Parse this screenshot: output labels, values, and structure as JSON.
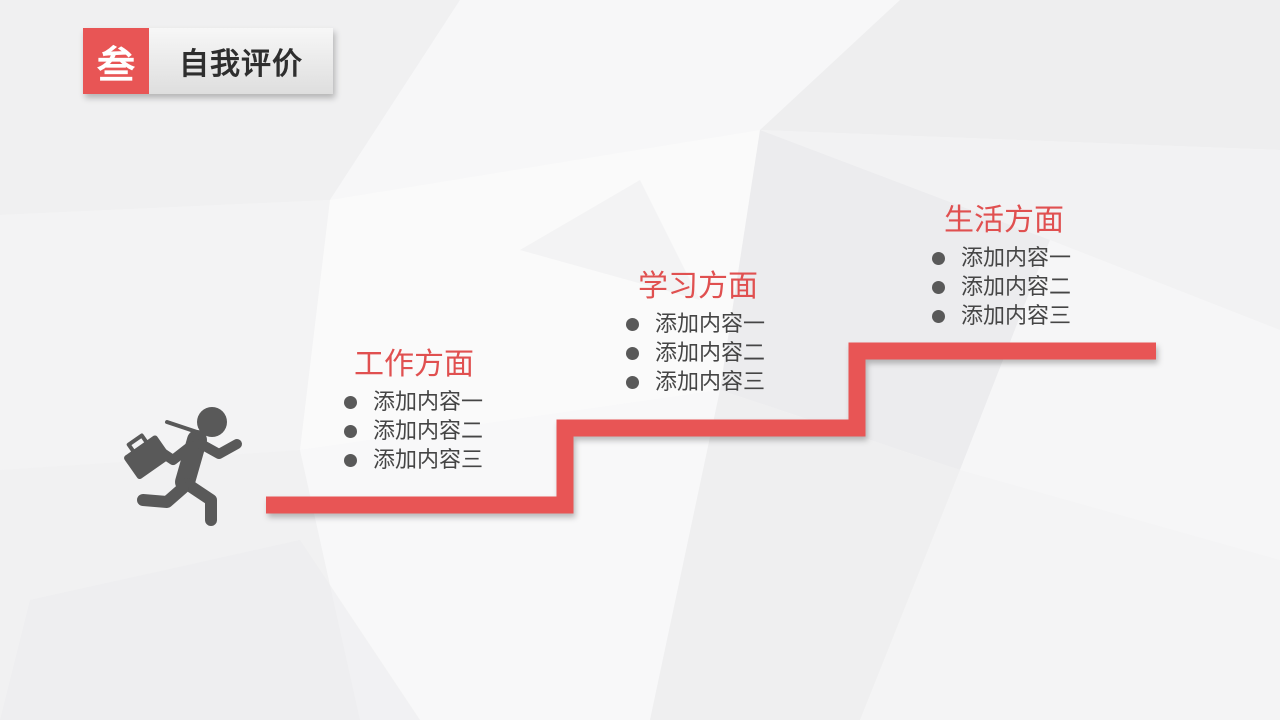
{
  "section": {
    "number": "叁",
    "title": "自我评价"
  },
  "colors": {
    "accent": "#e85555",
    "title_text": "#e05050",
    "body_text": "#454545",
    "icon": "#595959"
  },
  "runner_icon": "businessman-running-icon",
  "steps": [
    {
      "title": "工作方面",
      "items": [
        "添加内容一",
        "添加内容二",
        "添加内容三"
      ]
    },
    {
      "title": "学习方面",
      "items": [
        "添加内容一",
        "添加内容二",
        "添加内容三"
      ]
    },
    {
      "title": "生活方面",
      "items": [
        "添加内容一",
        "添加内容二",
        "添加内容三"
      ]
    }
  ]
}
